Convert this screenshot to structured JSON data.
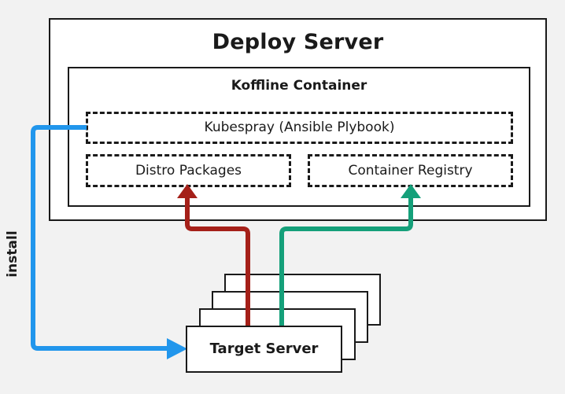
{
  "diagram": {
    "background_color": "#f2f2f2",
    "deploy_server": {
      "title": "Deploy Server",
      "container": {
        "title": "Koffline Container",
        "components": [
          {
            "id": "kubespray",
            "label": "Kubespray (Ansible Plybook)"
          },
          {
            "id": "distro-packages",
            "label": "Distro Packages"
          },
          {
            "id": "container-registry",
            "label": "Container Registry"
          }
        ]
      }
    },
    "target_server": {
      "label": "Target Server",
      "stack_count": 4
    },
    "connectors": [
      {
        "id": "install",
        "label": "install",
        "color": "#2196ec",
        "from": "kubespray",
        "to": "target-server",
        "direction": "to-target-server"
      },
      {
        "id": "distro-packages-pull",
        "label": "",
        "color": "#a52019",
        "from": "target-server",
        "to": "distro-packages",
        "direction": "to-deploy-server"
      },
      {
        "id": "container-registry-pull",
        "label": "",
        "color": "#15a07a",
        "from": "target-server",
        "to": "container-registry",
        "direction": "to-deploy-server"
      }
    ],
    "colors": {
      "stroke": "#1a1a1a",
      "fill": "#ffffff",
      "install_blue": "#2196ec",
      "packages_red": "#a52019",
      "registry_teal": "#15a07a"
    }
  }
}
